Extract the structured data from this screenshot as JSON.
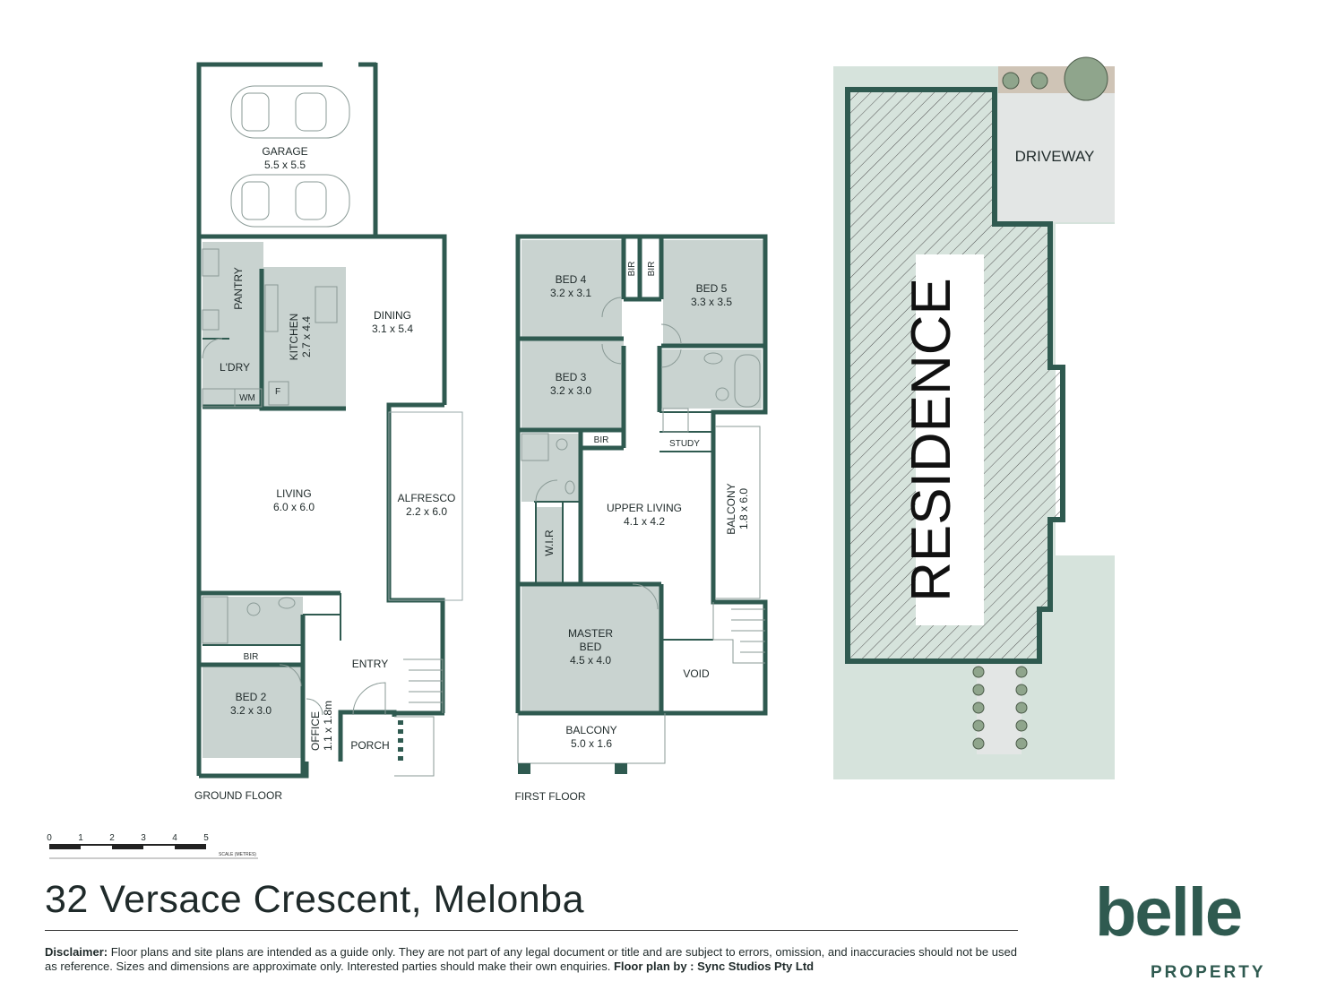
{
  "floor_labels": {
    "ground": "GROUND FLOOR",
    "first": "FIRST FLOOR"
  },
  "ground_rooms": {
    "garage": {
      "name": "GARAGE",
      "size": "5.5 x 5.5"
    },
    "pantry": {
      "name": "PANTRY"
    },
    "kitchen": {
      "name": "KITCHEN",
      "size": "2.7 x 4.4"
    },
    "dining": {
      "name": "DINING",
      "size": "3.1 x 5.4"
    },
    "laundry": {
      "name": "L'DRY"
    },
    "wm": "WM",
    "fridge": "F",
    "living": {
      "name": "LIVING",
      "size": "6.0 x 6.0"
    },
    "alfresco": {
      "name": "ALFRESCO",
      "size": "2.2 x 6.0"
    },
    "bir": "BIR",
    "entry": "ENTRY",
    "bed2": {
      "name": "BED 2",
      "size": "3.2 x 3.0"
    },
    "office": {
      "name": "OFFICE",
      "size": "1.1 x 1.8m"
    },
    "porch": "PORCH"
  },
  "first_rooms": {
    "bed4": {
      "name": "BED 4",
      "size": "3.2 x 3.1"
    },
    "bir_a": "BIR",
    "bir_b": "BIR",
    "bed5": {
      "name": "BED 5",
      "size": "3.3 x 3.5"
    },
    "bed3": {
      "name": "BED 3",
      "size": "3.2 x 3.0"
    },
    "bir_c": "BIR",
    "study": "STUDY",
    "upper_living": {
      "name": "UPPER LIVING",
      "size": "4.1 x 4.2"
    },
    "balcony_side": {
      "name": "BALCONY",
      "size": "1.8 x 6.0"
    },
    "wir": "W.I.R",
    "master": {
      "line1": "MASTER",
      "line2": "BED",
      "size": "4.5 x 4.0"
    },
    "void": "VOID",
    "balcony_front": {
      "name": "BALCONY",
      "size": "5.0 x 1.6"
    }
  },
  "site": {
    "driveway": "DRIVEWAY",
    "residence": "RESIDENCE"
  },
  "scale": {
    "ticks": [
      "0",
      "1",
      "2",
      "3",
      "4",
      "5"
    ],
    "caption": "SCALE (METRES)"
  },
  "address": "32 Versace Crescent, Melonba",
  "disclaimer": {
    "label": "Disclaimer:",
    "text": " Floor plans and site plans are intended as a guide only. They are not part of any legal document or title and are subject to errors, omission, and inaccuracies should not be used as reference. Sizes and dimensions are approximate only. Interested parties should make their own enquiries. ",
    "credit": "Floor plan by : Sync Studios Pty Ltd"
  },
  "logo": {
    "word": "belle",
    "sub": "PROPERTY"
  },
  "colors": {
    "wall": "#2f5a50",
    "wet_area": "#c9d3d0",
    "site_green": "#d6e3dc",
    "brand": "#2f5a50"
  }
}
